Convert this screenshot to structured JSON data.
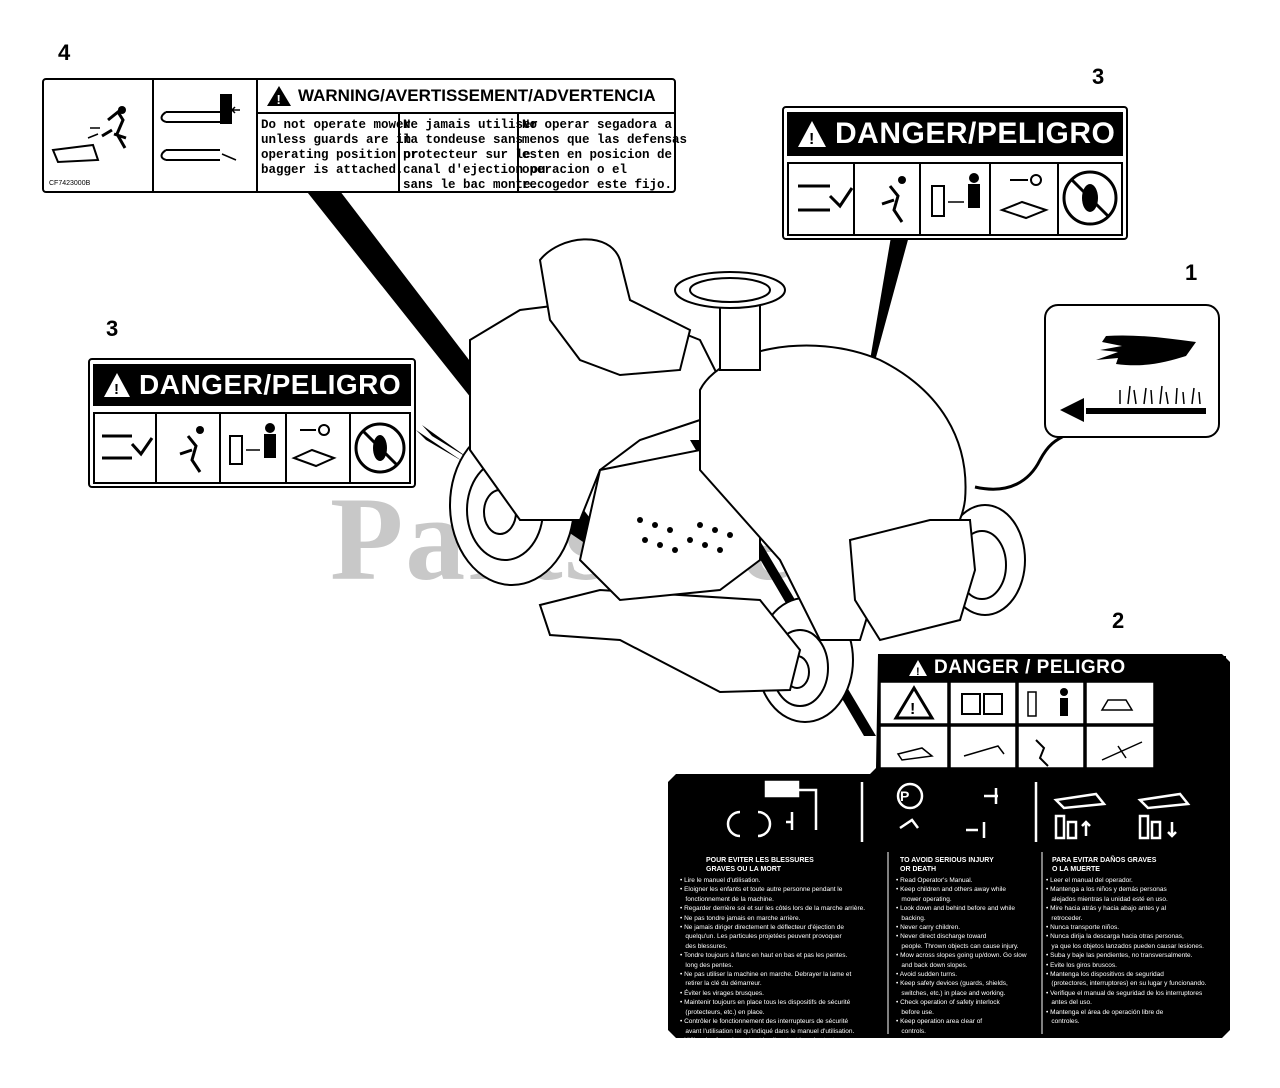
{
  "callouts": {
    "n1": "1",
    "n2": "2",
    "n3a": "3",
    "n3b": "3",
    "n4": "4"
  },
  "watermark": {
    "text": "PartsTree",
    "tm": "™"
  },
  "decal4": {
    "title": "WARNING/AVERTISSEMENT/ADVERTENCIA",
    "part_no": "CF7423000B",
    "col_en": "Do not operate mower\nunless guards are in\noperating position or\nbagger is attached.",
    "col_fr": "Ne jamais utiliser\nla tondeuse sans\nprotecteur sur le\ncanal d'ejection ou\nsans le bac monte.",
    "col_es": "No operar segadora a\nmenos que las defensas\nesten en posicion de\noperacion o el\nrecogedor este fijo."
  },
  "decal3": {
    "title": "DANGER/PELIGRO"
  },
  "decal2": {
    "title": "DANGER / PELIGRO",
    "col_heads": [
      "POUR EVITER LES BLESSURES\nGRAVES OU LA MORT",
      "TO AVOID SERIOUS INJURY\nOR DEATH",
      "PARA EVITAR DAÑOS GRAVES\nO LA MUERTE"
    ],
    "col_fr": "• Lire le manuel d'utilisation.\n• Eloigner les enfants et toute autre personne pendant le\n   fonctionnement de la machine.\n• Regarder derrière soi et sur les côtés lors de la marche arrière.\n• Ne pas tondre jamais en marche arrière.\n• Ne jamais diriger directement le déflecteur d'éjection de\n   quelqu'un. Les particules projetées peuvent provoquer\n   des blessures.\n• Tondre toujours à flanc en haut en bas et pas les pentes.\n   long des pentes.\n• Ne pas utiliser la machine en marche. Debrayer la lame et\n   retirer la clé du démarreur.\n• Éviter les virages brusques.\n• Maintenir toujours en place tous les dispositifs de sécurité\n   (protecteurs, etc.) en place.\n• Contrôler le fonctionnement des interrupteurs de sécurité\n   avant l'utilisation tel qu'indiqué dans le manuel d'utilisation.\n• Utiliser les feux de route et le clignotant lors des tests\n   et bordures de commandes.",
    "col_en": "• Read Operator's Manual.\n• Keep children and others away while\n   mower operating.\n• Look down and behind before and while\n   backing.\n• Never carry children.\n• Never direct discharge toward\n   people. Thrown objects can cause injury.\n• Mow across slopes going up/down. Go slow\n   and back down slopes.\n• Avoid sudden turns.\n• Keep safety devices (guards, shields,\n   switches, etc.) in place and working.\n• Check operation of safety interlock\n   before use.\n• Keep operation area clear of\n   controls.",
    "col_es": "• Leer el manual del operador.\n• Mantenga a los niños y demás personas\n   alejados mientras la unidad esté en uso.\n• Mire hacia atrás y hacia abajo antes y al\n   retroceder.\n• Nunca transporte niños.\n• Nunca dirija la descarga hacia otras personas,\n   ya que los objetos lanzados pueden causar lesiones.\n• Suba y baje las pendientes, no transversalmente.\n• Evite los giros bruscos.\n• Mantenga los dispositivos de seguridad\n   (protectores, interruptores) en su lugar y funcionando.\n• Verifique el manual de seguridad de los interruptores\n   antes del uso.\n• Mantenga el área de operación libre de\n   controles."
  }
}
